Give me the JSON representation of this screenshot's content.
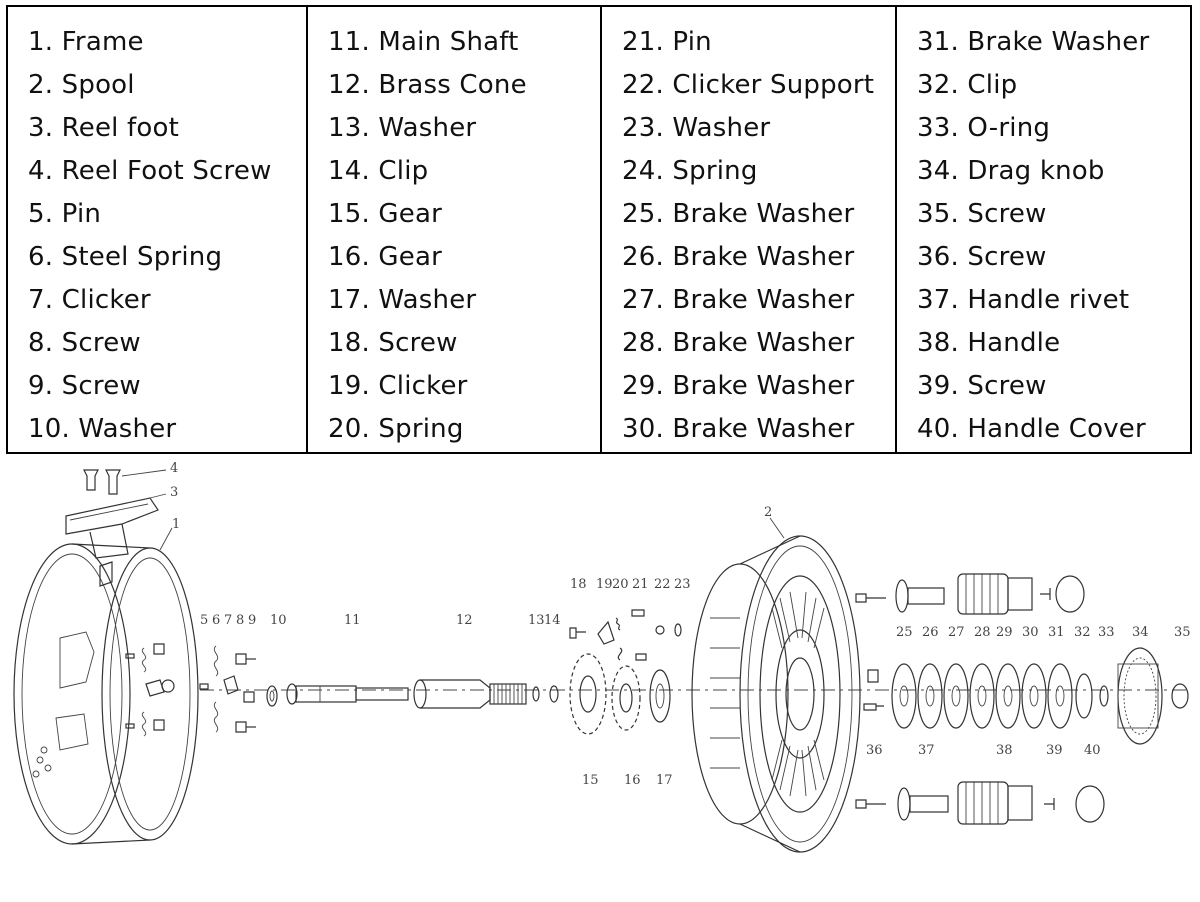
{
  "parts": {
    "columns": [
      [
        "1. Frame",
        "2. Spool",
        "3. Reel foot",
        "4. Reel Foot Screw",
        "5. Pin",
        "6. Steel Spring",
        "7. Clicker",
        "8. Screw",
        "9. Screw",
        "10. Washer"
      ],
      [
        "11. Main Shaft",
        "12. Brass Cone",
        "13. Washer",
        "14. Clip",
        "15. Gear",
        "16. Gear",
        "17. Washer",
        "18. Screw",
        "19. Clicker",
        "20. Spring"
      ],
      [
        "21. Pin",
        "22. Clicker Support",
        "23. Washer",
        "24. Spring",
        "25. Brake Washer",
        "26. Brake Washer",
        "27. Brake Washer",
        "28. Brake Washer",
        "29. Brake Washer",
        "30. Brake Washer"
      ],
      [
        "31. Brake Washer",
        "32. Clip",
        "33. O-ring",
        "34. Drag knob",
        "35. Screw",
        "36. Screw",
        "37. Handle rivet",
        "38. Handle",
        "39. Screw",
        "40. Handle Cover"
      ]
    ]
  },
  "diagram": {
    "callouts": [
      "1",
      "2",
      "3",
      "4",
      "5",
      "6",
      "7",
      "8",
      "9",
      "10",
      "11",
      "12",
      "13",
      "14",
      "15",
      "16",
      "17",
      "18",
      "19",
      "20",
      "21",
      "22",
      "23",
      "25",
      "26",
      "27",
      "28",
      "29",
      "30",
      "31",
      "32",
      "33",
      "34",
      "35",
      "36",
      "37",
      "38",
      "39",
      "40"
    ]
  }
}
